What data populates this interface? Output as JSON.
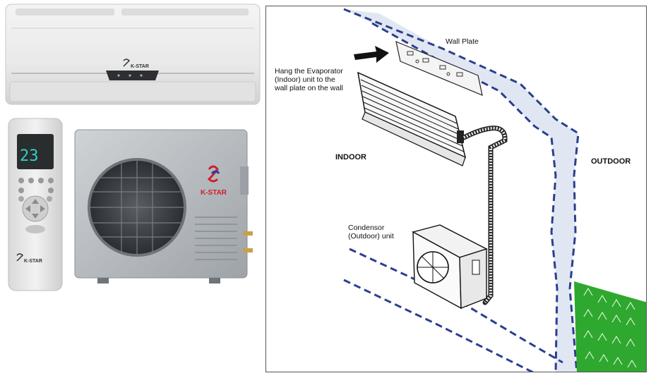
{
  "brand": {
    "name": "K-STAR"
  },
  "remote": {
    "display_value": "23"
  },
  "diagram": {
    "wall_plate_label": "Wall Plate",
    "instruction_lines": [
      "Hang the Evaporator",
      "(Indoor) unit to the",
      "wall plate on the wall"
    ],
    "indoor_label": "INDOOR",
    "outdoor_label": "OUTDOOR",
    "condensor_lines": [
      "Condensor",
      "(Outdoor) unit"
    ]
  },
  "colors": {
    "dash_blue": "#2b3f8f",
    "wall_fill": "#c9d3e8",
    "brand_red": "#d0202a",
    "brand_blue": "#1f3fa0",
    "grass_green": "#2fa82f",
    "remote_lcd": "#1f8a86"
  }
}
